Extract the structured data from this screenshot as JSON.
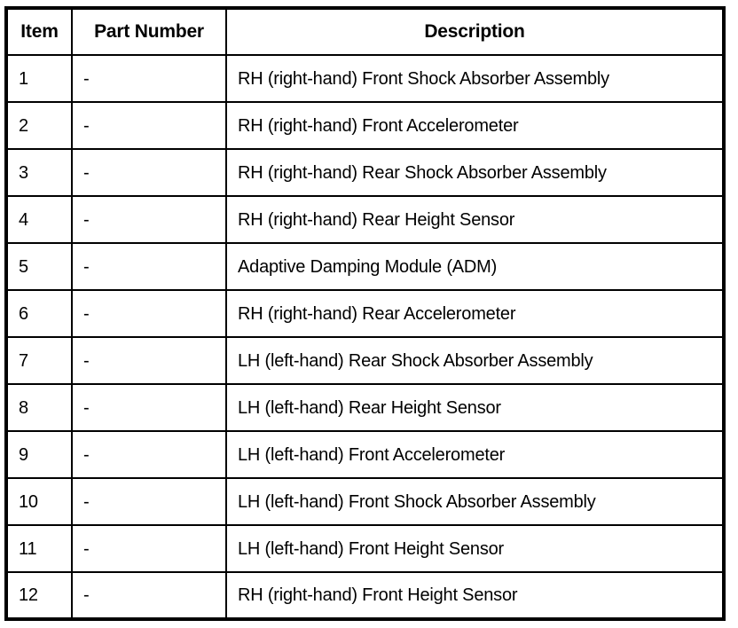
{
  "table": {
    "columns": [
      {
        "key": "item",
        "label": "Item"
      },
      {
        "key": "part_number",
        "label": "Part Number"
      },
      {
        "key": "description",
        "label": "Description"
      }
    ],
    "rows": [
      {
        "item": "1",
        "part_number": "-",
        "description": "RH (right-hand) Front Shock Absorber Assembly"
      },
      {
        "item": "2",
        "part_number": "-",
        "description": "RH (right-hand) Front Accelerometer"
      },
      {
        "item": "3",
        "part_number": "-",
        "description": "RH (right-hand) Rear Shock Absorber Assembly"
      },
      {
        "item": "4",
        "part_number": "-",
        "description": "RH (right-hand) Rear Height Sensor"
      },
      {
        "item": "5",
        "part_number": "-",
        "description": "Adaptive Damping Module (ADM)"
      },
      {
        "item": "6",
        "part_number": "-",
        "description": "RH (right-hand) Rear Accelerometer"
      },
      {
        "item": "7",
        "part_number": "-",
        "description": "LH (left-hand) Rear Shock Absorber Assembly"
      },
      {
        "item": "8",
        "part_number": "-",
        "description": "LH (left-hand) Rear Height Sensor"
      },
      {
        "item": "9",
        "part_number": "-",
        "description": "LH (left-hand) Front Accelerometer"
      },
      {
        "item": "10",
        "part_number": "-",
        "description": "LH (left-hand) Front Shock Absorber Assembly"
      },
      {
        "item": "11",
        "part_number": "-",
        "description": "LH (left-hand) Front Height Sensor"
      },
      {
        "item": "12",
        "part_number": "-",
        "description": "RH (right-hand) Front Height Sensor"
      }
    ]
  },
  "style": {
    "border_color": "#000000",
    "background_color": "#ffffff",
    "text_color": "#000000"
  }
}
